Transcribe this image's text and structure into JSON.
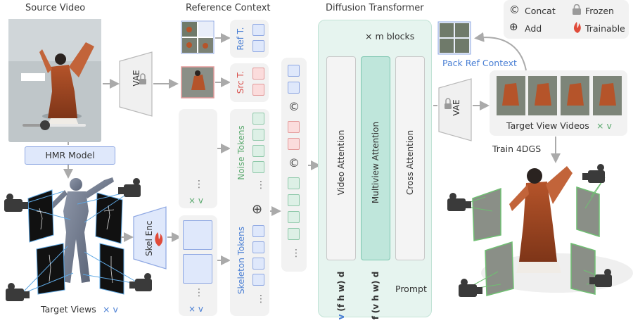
{
  "headers": {
    "source_video": "Source Video",
    "reference_context": "Reference Context",
    "diffusion_transformer": "Diffusion Transformer"
  },
  "legend": {
    "concat": "Concat",
    "frozen": "Frozen",
    "add": "Add",
    "trainable": "Trainable"
  },
  "left": {
    "vae": "VAE",
    "hmr_model": "HMR Model",
    "skel_enc": "Skel Enc",
    "target_views": "Target Views",
    "times_v": "× v"
  },
  "context": {
    "ref_t": "Ref T.",
    "src_t": "Src T.",
    "noise_tokens": "Noise Tokens",
    "skeleton_tokens": "Skeleton Tokens",
    "times_v_green": "× v",
    "times_v_blue": "× v",
    "dots": "⋮"
  },
  "symbols": {
    "concat": "©",
    "add": "⊕"
  },
  "dit": {
    "blocks_label": "× m blocks",
    "video_attention": "Video  Attention",
    "multiview_attention": "Multiview  Attention",
    "cross_attention": "Cross Attention",
    "shape_video_v": "v",
    "shape_video_rest": "(f h w) d",
    "shape_mv_f": "f",
    "shape_mv_rest": "(v h w) d",
    "prompt": "Prompt"
  },
  "right": {
    "pack_ref_context": "Pack Ref Context",
    "vae": "VAE",
    "target_view_videos": "Target View Videos",
    "times_v": "× v",
    "train_4dgs": "Train 4DGS"
  },
  "colors": {
    "blue_accent": "#4a7fd4",
    "green_accent": "#5aa96e",
    "red_accent": "#d9534f",
    "dit_panel": "#e6f4ef",
    "multiview_block": "#bfe6db"
  }
}
